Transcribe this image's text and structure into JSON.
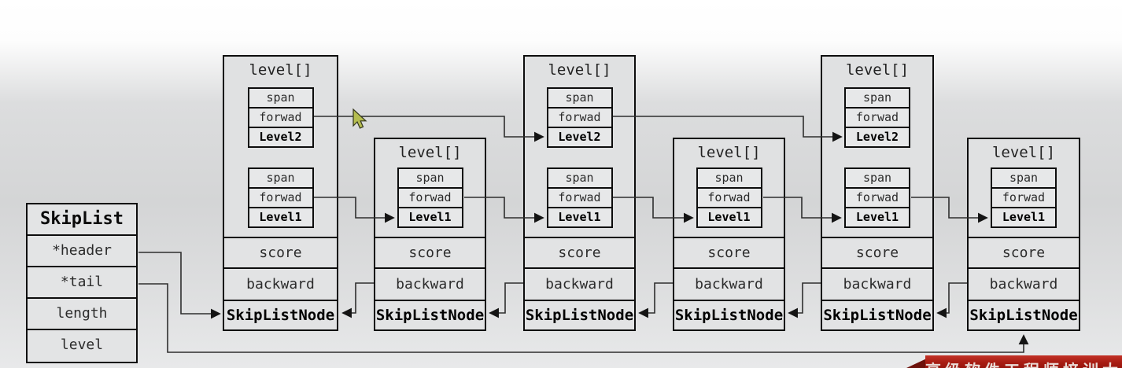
{
  "skiplist": {
    "title": "SkipList",
    "fields": [
      {
        "label": "*header"
      },
      {
        "label": "*tail"
      },
      {
        "label": "length"
      },
      {
        "label": "level"
      }
    ]
  },
  "nodes": [
    {
      "title": "level[]",
      "level2": {
        "span": "span",
        "forward": "forwad",
        "label": "Level2"
      },
      "level1": {
        "span": "span",
        "forward": "forwad",
        "label": "Level1"
      },
      "score": "score",
      "backward": "backward",
      "footer": "SkipListNode"
    },
    {
      "title": "level[]",
      "level1": {
        "span": "span",
        "forward": "forwad",
        "label": "Level1"
      },
      "score": "score",
      "backward": "backward",
      "footer": "SkipListNode"
    },
    {
      "title": "level[]",
      "level2": {
        "span": "span",
        "forward": "forwad",
        "label": "Level2"
      },
      "level1": {
        "span": "span",
        "forward": "forwad",
        "label": "Level1"
      },
      "score": "score",
      "backward": "backward",
      "footer": "SkipListNode"
    },
    {
      "title": "level[]",
      "level1": {
        "span": "span",
        "forward": "forwad",
        "label": "Level1"
      },
      "score": "score",
      "backward": "backward",
      "footer": "SkipListNode"
    },
    {
      "title": "level[]",
      "level2": {
        "span": "span",
        "forward": "forwad",
        "label": "Level2"
      },
      "level1": {
        "span": "span",
        "forward": "forwad",
        "label": "Level1"
      },
      "score": "score",
      "backward": "backward",
      "footer": "SkipListNode"
    },
    {
      "title": "level[]",
      "level1": {
        "span": "span",
        "forward": "forwad",
        "label": "Level1"
      },
      "score": "score",
      "backward": "backward",
      "footer": "SkipListNode"
    }
  ],
  "banner": {
    "text": "高级软件工程师培训大厂",
    "color": "#a81d13",
    "fold_color": "#6d120c"
  },
  "icons": {
    "cursor": "mouse-cursor",
    "arrowhead": "arrowhead"
  },
  "colors": {
    "line": "#2e2e2e",
    "box_border": "#0d0d0d",
    "cursor_fill": "#b5bd50"
  }
}
